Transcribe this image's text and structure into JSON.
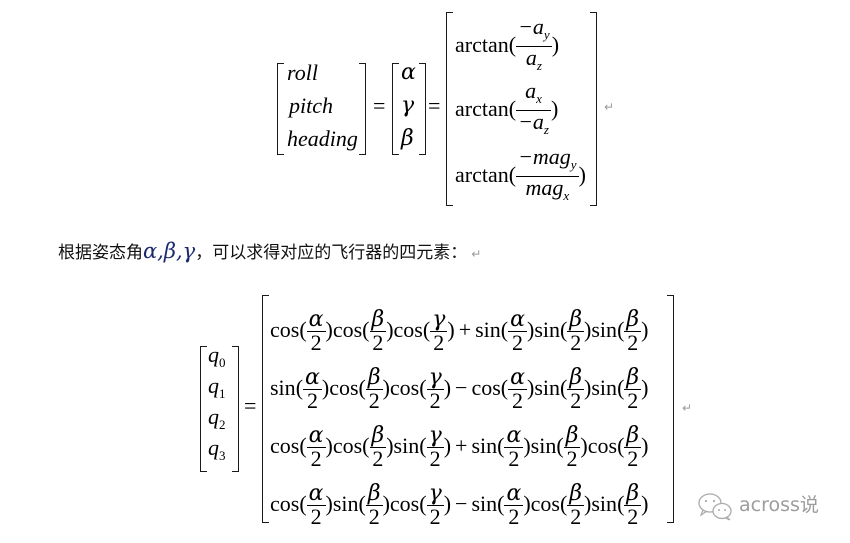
{
  "equation1": {
    "lhs": [
      "roll",
      "pitch",
      "heading"
    ],
    "middle": [
      "α",
      "γ",
      "β"
    ],
    "equals": "=",
    "rhs": [
      {
        "func": "arctan(",
        "num": "−a",
        "num_sub": "y",
        "den": "a",
        "den_sub": "z",
        "close": ")"
      },
      {
        "func": "arctan(",
        "num": "a",
        "num_sub": "x",
        "den": "−a",
        "den_sub": "z",
        "close": ")"
      },
      {
        "func": "arctan(",
        "num": "−mag",
        "num_sub": "y",
        "den": "mag",
        "den_sub": "x",
        "close": ")"
      }
    ],
    "return_mark": "↵"
  },
  "paragraph": {
    "prefix": "根据姿态角",
    "greek": "α,β,γ",
    "suffix": "，可以求得对应的飞行器的四元素：",
    "return_mark": "↵"
  },
  "equation2": {
    "lhs": [
      {
        "q": "q",
        "sub": "0"
      },
      {
        "q": "q",
        "sub": "1"
      },
      {
        "q": "q",
        "sub": "2"
      },
      {
        "q": "q",
        "sub": "3"
      }
    ],
    "equals": "=",
    "rows": [
      {
        "terms": [
          [
            "cos",
            "α"
          ],
          [
            "cos",
            "β"
          ],
          [
            "cos",
            "γ"
          ]
        ],
        "op": "+",
        "terms2": [
          [
            "sin",
            "α"
          ],
          [
            "sin",
            "β"
          ],
          [
            "sin",
            "β"
          ]
        ]
      },
      {
        "terms": [
          [
            "sin",
            "α"
          ],
          [
            "cos",
            "β"
          ],
          [
            "cos",
            "γ"
          ]
        ],
        "op": "−",
        "terms2": [
          [
            "cos",
            "α"
          ],
          [
            "sin",
            "β"
          ],
          [
            "sin",
            "β"
          ]
        ]
      },
      {
        "terms": [
          [
            "cos",
            "α"
          ],
          [
            "cos",
            "β"
          ],
          [
            "sin",
            "γ"
          ]
        ],
        "op": "+",
        "terms2": [
          [
            "sin",
            "α"
          ],
          [
            "sin",
            "β"
          ],
          [
            "cos",
            "β"
          ]
        ]
      },
      {
        "terms": [
          [
            "cos",
            "α"
          ],
          [
            "sin",
            "β"
          ],
          [
            "cos",
            "γ"
          ]
        ],
        "op": "−",
        "terms2": [
          [
            "sin",
            "α"
          ],
          [
            "cos",
            "β"
          ],
          [
            "sin",
            "β"
          ]
        ]
      }
    ],
    "denominator": "2",
    "return_mark": "↵"
  },
  "watermark": {
    "icon": "wechat-icon",
    "text": "across说"
  }
}
